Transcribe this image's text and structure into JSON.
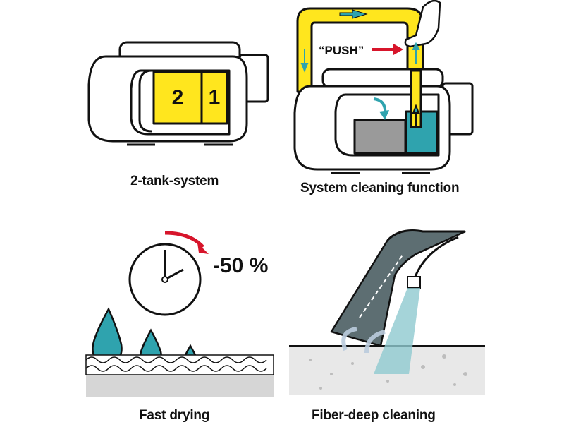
{
  "colors": {
    "yellow": "#ffe61e",
    "teal": "#2fa3ae",
    "red": "#d7152b",
    "grey": "#9a9a9a",
    "outline": "#111111"
  },
  "panels": {
    "tank_system": {
      "caption": "2-tank-system",
      "tank_left_label": "2",
      "tank_right_label": "1"
    },
    "system_cleaning": {
      "caption": "System cleaning function",
      "push_label": "“PUSH”"
    },
    "fast_drying": {
      "caption": "Fast drying",
      "reduction_label": "-50 %"
    },
    "fiber_cleaning": {
      "caption": "Fiber-deep cleaning"
    }
  }
}
